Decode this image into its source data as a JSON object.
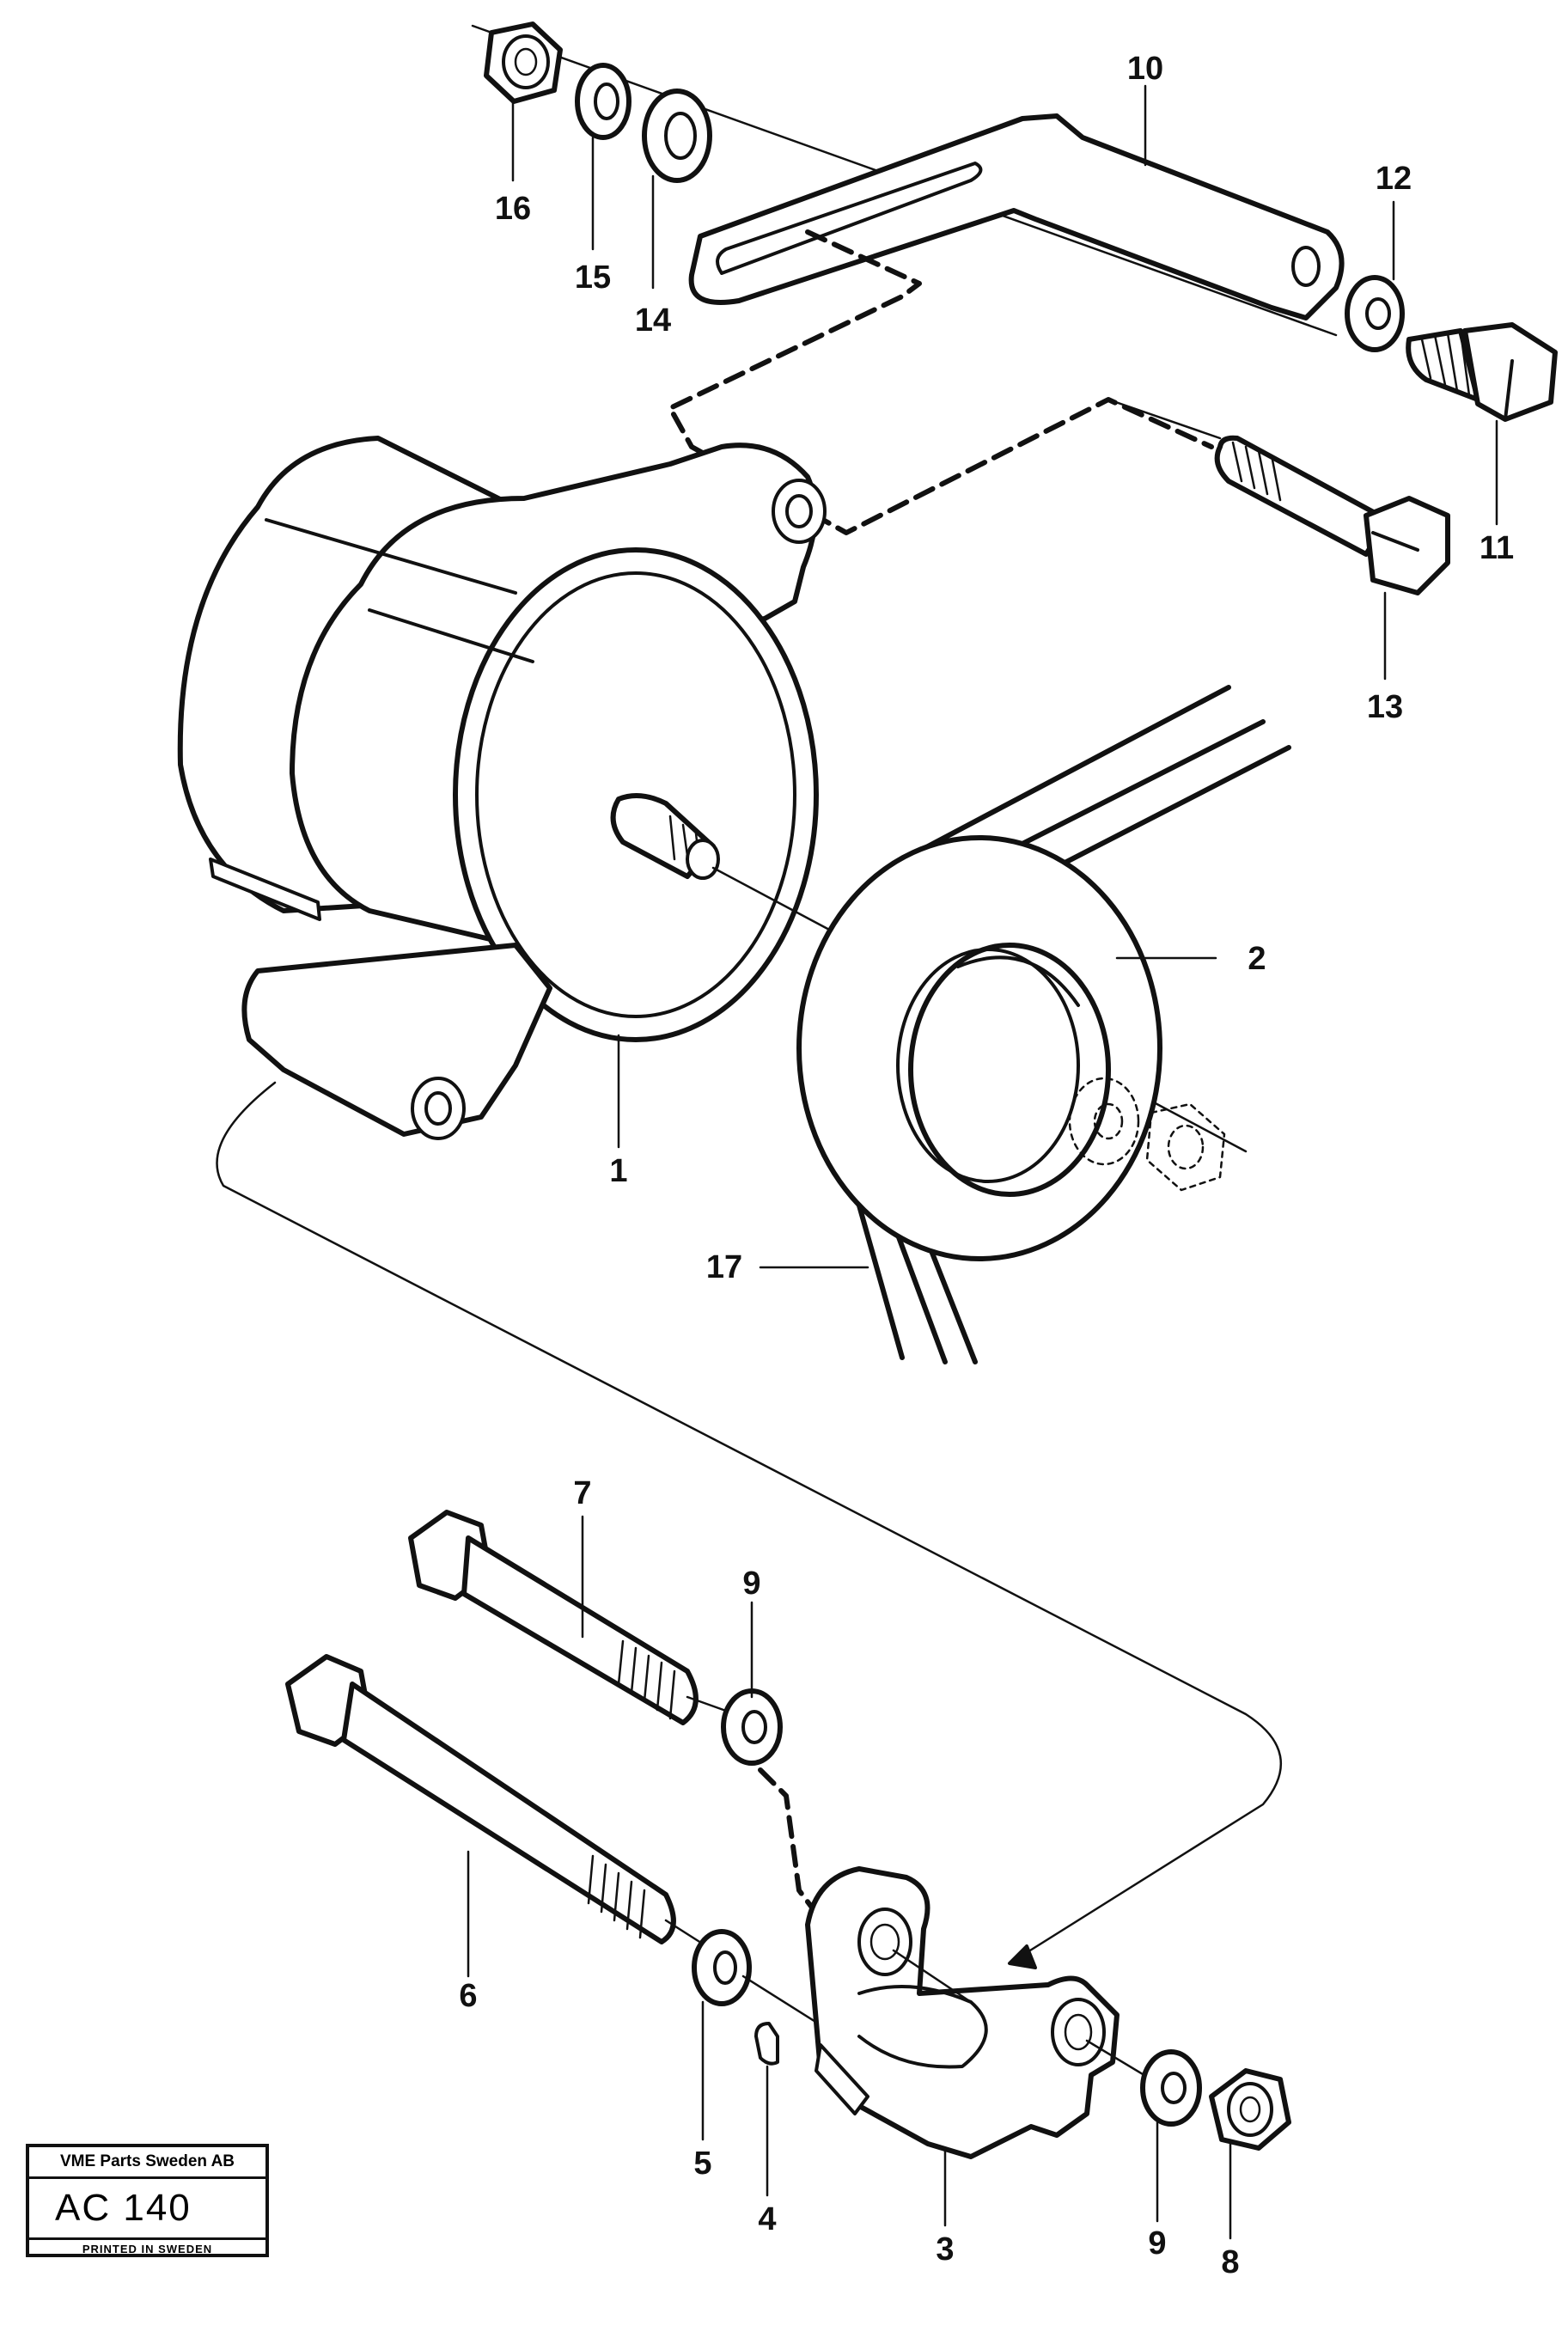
{
  "callouts": {
    "c1": "1",
    "c2": "2",
    "c3": "3",
    "c4": "4",
    "c5": "5",
    "c6": "6",
    "c7": "7",
    "c8": "8",
    "c9a": "9",
    "c9b": "9",
    "c10": "10",
    "c11": "11",
    "c12": "12",
    "c13": "13",
    "c14": "14",
    "c15": "15",
    "c16": "16",
    "c17": "17"
  },
  "stamp": {
    "company": "VME Parts Sweden AB",
    "code": "AC 140",
    "printed": "PRINTED IN SWEDEN"
  }
}
